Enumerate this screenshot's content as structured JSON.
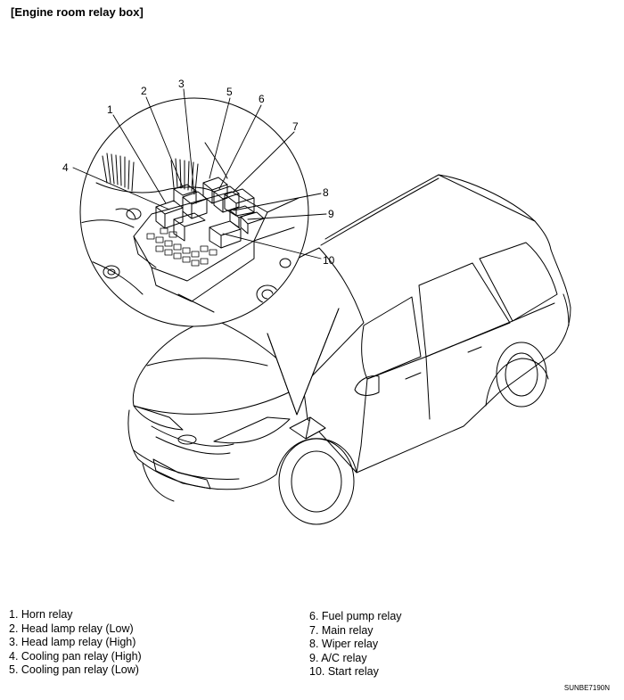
{
  "title": "[Engine room relay box]",
  "callouts": [
    "1",
    "2",
    "3",
    "4",
    "5",
    "6",
    "7",
    "8",
    "9",
    "10"
  ],
  "legend_left": [
    "1. Horn relay",
    "2. Head lamp relay (Low)",
    "3. Head lamp relay (High)",
    "4. Cooling pan relay (High)",
    "5. Cooling pan relay (Low)"
  ],
  "legend_right": [
    "6. Fuel pump relay",
    "7. Main relay",
    "8. Wiper relay",
    "9. A/C relay",
    "10. Start relay"
  ],
  "figure_code": "SUNBE7190N"
}
